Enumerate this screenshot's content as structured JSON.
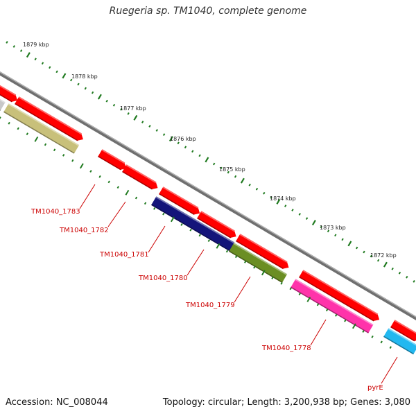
{
  "title": "Ruegeria sp. TM1040, complete genome",
  "accession": "Accession: NC_008044",
  "topology": "Topology: circular; Length: 3,200,938 bp; Genes: 3,080",
  "colors": {
    "backbone": "#8a8a8a",
    "tick": "#1f7a1f",
    "label": "#cc0000",
    "feature_red": "#ff0000",
    "feature_khaki": "#c8c07a",
    "feature_navy": "#14147a",
    "feature_olive": "#6b8e23",
    "feature_pink": "#ff33aa",
    "feature_cyan": "#22b8f0",
    "feature_grey": "#c8c8c8"
  },
  "scale_labels": [
    "1879 kbp",
    "1878 kbp",
    "1877 kbp",
    "1876 kbp",
    "1875 kbp",
    "1874 kbp",
    "1873 kbp",
    "1872 kbp"
  ],
  "gene_labels": [
    "TM1040_1783",
    "TM1040_1782",
    "TM1040_1781",
    "TM1040_1780",
    "TM1040_1779",
    "TM1040_1778",
    "pyrE"
  ]
}
